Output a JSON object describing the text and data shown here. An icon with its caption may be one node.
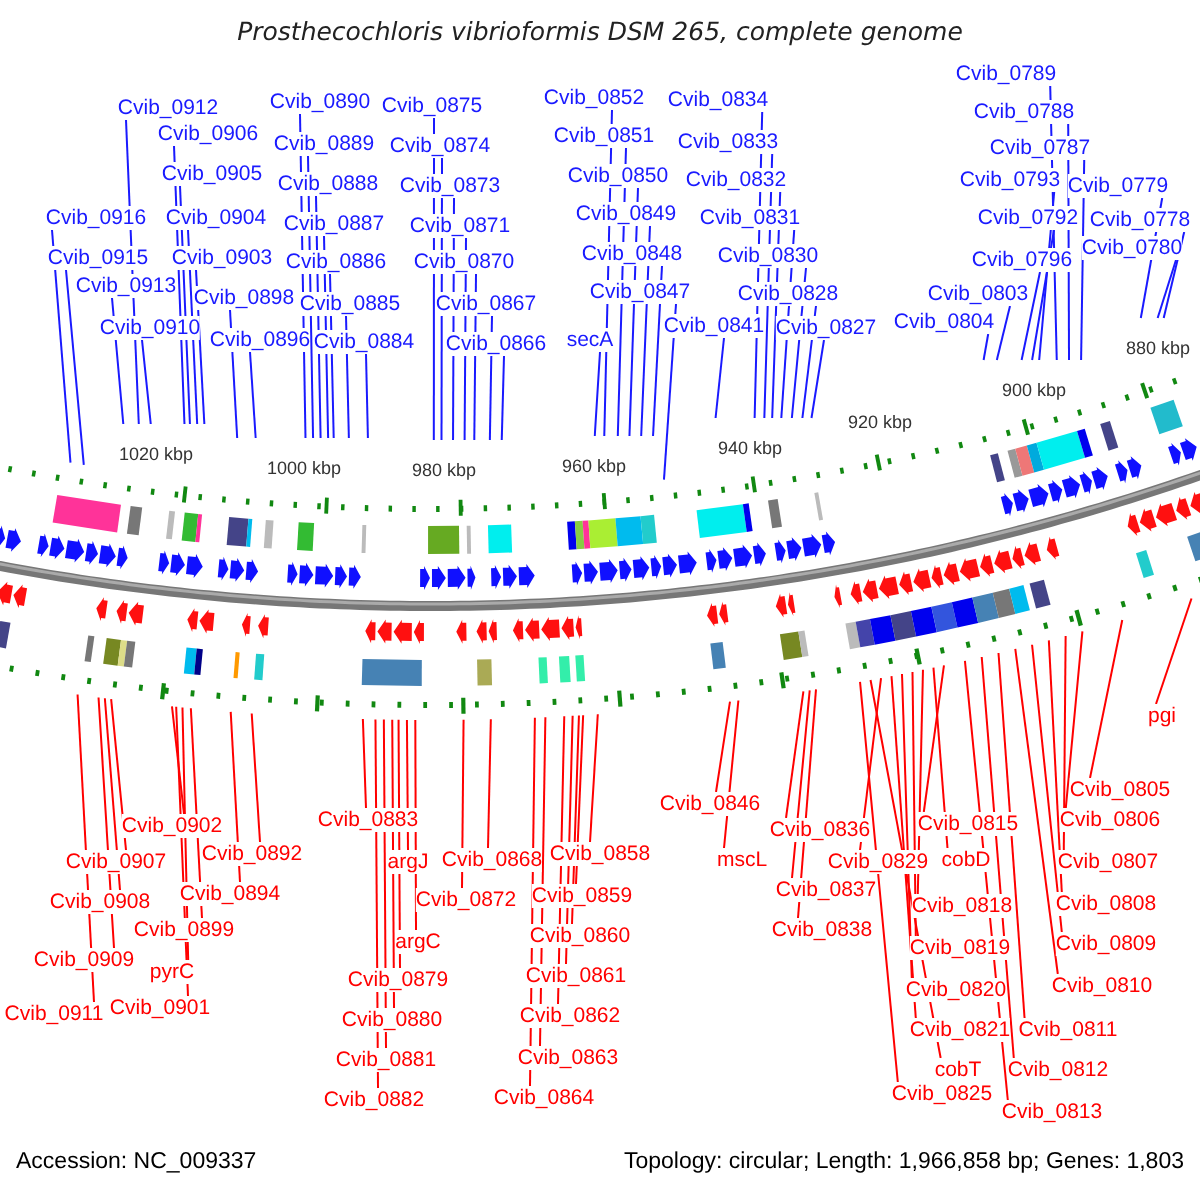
{
  "diagram": {
    "title": "Prosthecochloris vibrioformis DSM 265, complete genome",
    "nodes": [
      {
        "text": [
          "Cvib_0912"
        ]
      },
      {
        "text": [
          "Cvib_0906"
        ]
      },
      {
        "text": [
          "Cvib_0905"
        ]
      },
      {
        "text": [
          "Cvib_0904"
        ]
      },
      {
        "text": [
          "Cvib_0916"
        ]
      },
      {
        "text": [
          "Cvib_0915"
        ]
      },
      {
        "text": [
          "Cvib_0903"
        ]
      },
      {
        "text": [
          "Cvib_0913"
        ]
      },
      {
        "text": [
          "Cvib_0898"
        ]
      },
      {
        "text": [
          "Cvib_0910"
        ]
      },
      {
        "text": [
          "Cvib_0896"
        ]
      },
      {
        "text": [
          "Cvib_0890"
        ]
      },
      {
        "text": [
          "Cvib_0889"
        ]
      },
      {
        "text": [
          "Cvib_0888"
        ]
      },
      {
        "text": [
          "Cvib_0887"
        ]
      },
      {
        "text": [
          "Cvib_0886"
        ]
      },
      {
        "text": [
          "Cvib_0885"
        ]
      },
      {
        "text": [
          "Cvib_0884"
        ]
      },
      {
        "text": [
          "Cvib_0875"
        ]
      },
      {
        "text": [
          "Cvib_0874"
        ]
      },
      {
        "text": [
          "Cvib_0873"
        ]
      },
      {
        "text": [
          "Cvib_0871"
        ]
      },
      {
        "text": [
          "Cvib_0870"
        ]
      },
      {
        "text": [
          "Cvib_0867"
        ]
      },
      {
        "text": [
          "Cvib_0866"
        ]
      },
      {
        "text": [
          "Cvib_0852"
        ]
      },
      {
        "text": [
          "Cvib_0851"
        ]
      },
      {
        "text": [
          "Cvib_0850"
        ]
      },
      {
        "text": [
          "Cvib_0849"
        ]
      },
      {
        "text": [
          "Cvib_0848"
        ]
      },
      {
        "text": [
          "Cvib_0847"
        ]
      },
      {
        "text": [
          "secA"
        ]
      },
      {
        "text": [
          "Cvib_0834"
        ]
      },
      {
        "text": [
          "Cvib_0833"
        ]
      },
      {
        "text": [
          "Cvib_0832"
        ]
      },
      {
        "text": [
          "Cvib_0831"
        ]
      },
      {
        "text": [
          "Cvib_0830"
        ]
      },
      {
        "text": [
          "Cvib_0828"
        ]
      },
      {
        "text": [
          "Cvib_0827"
        ]
      },
      {
        "text": [
          "Cvib_0841"
        ]
      },
      {
        "text": [
          "Cvib_0789"
        ]
      },
      {
        "text": [
          "Cvib_0788"
        ]
      },
      {
        "text": [
          "Cvib_0787"
        ]
      },
      {
        "text": [
          "Cvib_0793"
        ]
      },
      {
        "text": [
          "Cvib_0792"
        ]
      },
      {
        "text": [
          "Cvib_0796"
        ]
      },
      {
        "text": [
          "Cvib_0803"
        ]
      },
      {
        "text": [
          "Cvib_0804"
        ]
      },
      {
        "text": [
          "Cvib_0779"
        ]
      },
      {
        "text": [
          "Cvib_0778"
        ]
      },
      {
        "text": [
          "Cvib_0780"
        ]
      },
      {
        "text": [
          "Cvib_0902"
        ]
      },
      {
        "text": [
          "Cvib_0907"
        ]
      },
      {
        "text": [
          "Cvib_0908"
        ]
      },
      {
        "text": [
          "Cvib_0909"
        ]
      },
      {
        "text": [
          "Cvib_0911"
        ]
      },
      {
        "text": [
          "Cvib_0899"
        ]
      },
      {
        "text": [
          "pyrC"
        ]
      },
      {
        "text": [
          "Cvib_0901"
        ]
      },
      {
        "text": [
          "Cvib_0892"
        ]
      },
      {
        "text": [
          "Cvib_0894"
        ]
      },
      {
        "text": [
          "Cvib_0883"
        ]
      },
      {
        "text": [
          "argJ"
        ]
      },
      {
        "text": [
          "Cvib_0868"
        ]
      },
      {
        "text": [
          "Cvib_0872"
        ]
      },
      {
        "text": [
          "argC"
        ]
      },
      {
        "text": [
          "Cvib_0879"
        ]
      },
      {
        "text": [
          "Cvib_0880"
        ]
      },
      {
        "text": [
          "Cvib_0881"
        ]
      },
      {
        "text": [
          "Cvib_0882"
        ]
      },
      {
        "text": [
          "Cvib_0858"
        ]
      },
      {
        "text": [
          "Cvib_0859"
        ]
      },
      {
        "text": [
          "Cvib_0860"
        ]
      },
      {
        "text": [
          "Cvib_0861"
        ]
      },
      {
        "text": [
          "Cvib_0862"
        ]
      },
      {
        "text": [
          "Cvib_0863"
        ]
      },
      {
        "text": [
          "Cvib_0864"
        ]
      },
      {
        "text": [
          "Cvib_0846"
        ]
      },
      {
        "text": [
          "mscL"
        ]
      },
      {
        "text": [
          "Cvib_0836"
        ]
      },
      {
        "text": [
          "Cvib_0837"
        ]
      },
      {
        "text": [
          "Cvib_0838"
        ]
      },
      {
        "text": [
          "Cvib_0829"
        ]
      },
      {
        "text": [
          "Cvib_0815"
        ]
      },
      {
        "text": [
          "cobD"
        ]
      },
      {
        "text": [
          "Cvib_0818"
        ]
      },
      {
        "text": [
          "Cvib_0819"
        ]
      },
      {
        "text": [
          "Cvib_0820"
        ]
      },
      {
        "text": [
          "Cvib_0821"
        ]
      },
      {
        "text": [
          "cobT"
        ]
      },
      {
        "text": [
          "Cvib_0825"
        ]
      },
      {
        "text": [
          "Cvib_0805"
        ]
      },
      {
        "text": [
          "Cvib_0806"
        ]
      },
      {
        "text": [
          "Cvib_0807"
        ]
      },
      {
        "text": [
          "Cvib_0808"
        ]
      },
      {
        "text": [
          "Cvib_0809"
        ]
      },
      {
        "text": [
          "Cvib_0810"
        ]
      },
      {
        "text": [
          "Cvib_0811"
        ]
      },
      {
        "text": [
          "Cvib_0812"
        ]
      },
      {
        "text": [
          "Cvib_0813"
        ]
      },
      {
        "text": [
          "pgi"
        ]
      }
    ],
    "edges": [
      {
        "from": 0,
        "to": null,
        "arrow": "none"
      },
      {
        "from": 1,
        "to": null,
        "arrow": "none"
      },
      {
        "from": 2,
        "to": null,
        "arrow": "none"
      },
      {
        "from": 3,
        "to": null,
        "arrow": "none"
      },
      {
        "from": 4,
        "to": null,
        "arrow": "none"
      },
      {
        "from": 5,
        "to": null,
        "arrow": "none"
      },
      {
        "from": 6,
        "to": null,
        "arrow": "none"
      },
      {
        "from": 7,
        "to": null,
        "arrow": "none"
      },
      {
        "from": 8,
        "to": null,
        "arrow": "none"
      },
      {
        "from": 9,
        "to": null,
        "arrow": "none"
      },
      {
        "from": 10,
        "to": null,
        "arrow": "none"
      },
      {
        "from": 11,
        "to": null,
        "arrow": "none"
      },
      {
        "from": 12,
        "to": null,
        "arrow": "none"
      },
      {
        "from": 13,
        "to": null,
        "arrow": "none"
      },
      {
        "from": 14,
        "to": null,
        "arrow": "none"
      },
      {
        "from": 15,
        "to": null,
        "arrow": "none"
      },
      {
        "from": 16,
        "to": null,
        "arrow": "none"
      },
      {
        "from": 17,
        "to": null,
        "arrow": "none"
      },
      {
        "from": 18,
        "to": null,
        "arrow": "none"
      },
      {
        "from": 19,
        "to": null,
        "arrow": "none"
      },
      {
        "from": 20,
        "to": null,
        "arrow": "none"
      },
      {
        "from": 21,
        "to": null,
        "arrow": "none"
      },
      {
        "from": 22,
        "to": null,
        "arrow": "none"
      },
      {
        "from": 23,
        "to": null,
        "arrow": "none"
      },
      {
        "from": 24,
        "to": null,
        "arrow": "none"
      },
      {
        "from": 25,
        "to": null,
        "arrow": "none"
      },
      {
        "from": 26,
        "to": null,
        "arrow": "none"
      },
      {
        "from": 27,
        "to": null,
        "arrow": "none"
      },
      {
        "from": 28,
        "to": null,
        "arrow": "none"
      },
      {
        "from": 29,
        "to": null,
        "arrow": "none"
      },
      {
        "from": 30,
        "to": null,
        "arrow": "none"
      },
      {
        "from": 31,
        "to": null,
        "arrow": "none"
      },
      {
        "from": 32,
        "to": null,
        "arrow": "none"
      },
      {
        "from": 33,
        "to": null,
        "arrow": "none"
      },
      {
        "from": 34,
        "to": null,
        "arrow": "none"
      },
      {
        "from": 35,
        "to": null,
        "arrow": "none"
      },
      {
        "from": 36,
        "to": null,
        "arrow": "none"
      },
      {
        "from": 37,
        "to": null,
        "arrow": "none"
      },
      {
        "from": 38,
        "to": null,
        "arrow": "none"
      },
      {
        "from": 39,
        "to": null,
        "arrow": "none"
      },
      {
        "from": 40,
        "to": null,
        "arrow": "none"
      },
      {
        "from": 41,
        "to": null,
        "arrow": "none"
      },
      {
        "from": 42,
        "to": null,
        "arrow": "none"
      },
      {
        "from": 43,
        "to": null,
        "arrow": "none"
      },
      {
        "from": 44,
        "to": null,
        "arrow": "none"
      },
      {
        "from": 45,
        "to": null,
        "arrow": "none"
      },
      {
        "from": 46,
        "to": null,
        "arrow": "none"
      },
      {
        "from": 47,
        "to": null,
        "arrow": "none"
      },
      {
        "from": 48,
        "to": null,
        "arrow": "none"
      },
      {
        "from": 49,
        "to": null,
        "arrow": "none"
      },
      {
        "from": 50,
        "to": null,
        "arrow": "none"
      },
      {
        "from": 51,
        "to": null,
        "arrow": "none",
        "color": "#ff0000"
      },
      {
        "from": 52,
        "to": null,
        "arrow": "none",
        "color": "#ff0000"
      },
      {
        "from": 53,
        "to": null,
        "arrow": "none",
        "color": "#ff0000"
      },
      {
        "from": 54,
        "to": null,
        "arrow": "none",
        "color": "#ff0000"
      },
      {
        "from": 55,
        "to": null,
        "arrow": "none",
        "color": "#ff0000"
      },
      {
        "from": 56,
        "to": null,
        "arrow": "none",
        "color": "#ff0000"
      },
      {
        "from": 57,
        "to": null,
        "arrow": "none",
        "color": "#ff0000"
      },
      {
        "from": 58,
        "to": null,
        "arrow": "none",
        "color": "#ff0000"
      },
      {
        "from": 59,
        "to": null,
        "arrow": "none",
        "color": "#ff0000"
      },
      {
        "from": 60,
        "to": null,
        "arrow": "none",
        "color": "#ff0000"
      },
      {
        "from": 61,
        "to": null,
        "arrow": "none",
        "color": "#ff0000"
      },
      {
        "from": 62,
        "to": null,
        "arrow": "none",
        "color": "#ff0000"
      },
      {
        "from": 63,
        "to": null,
        "arrow": "none",
        "color": "#ff0000"
      },
      {
        "from": 64,
        "to": null,
        "arrow": "none",
        "color": "#ff0000"
      },
      {
        "from": 65,
        "to": null,
        "arrow": "none",
        "color": "#ff0000"
      },
      {
        "from": 66,
        "to": null,
        "arrow": "none",
        "color": "#ff0000"
      },
      {
        "from": 67,
        "to": null,
        "arrow": "none",
        "color": "#ff0000"
      },
      {
        "from": 68,
        "to": null,
        "arrow": "none",
        "color": "#ff0000"
      },
      {
        "from": 69,
        "to": null,
        "arrow": "none",
        "color": "#ff0000"
      },
      {
        "from": 70,
        "to": null,
        "arrow": "none",
        "color": "#ff0000"
      },
      {
        "from": 71,
        "to": null,
        "arrow": "none",
        "color": "#ff0000"
      },
      {
        "from": 72,
        "to": null,
        "arrow": "none",
        "color": "#ff0000"
      },
      {
        "from": 73,
        "to": null,
        "arrow": "none",
        "color": "#ff0000"
      },
      {
        "from": 74,
        "to": null,
        "arrow": "none",
        "color": "#ff0000"
      },
      {
        "from": 75,
        "to": null,
        "arrow": "none",
        "color": "#ff0000"
      },
      {
        "from": 76,
        "to": null,
        "arrow": "none",
        "color": "#ff0000"
      },
      {
        "from": 77,
        "to": null,
        "arrow": "none",
        "color": "#ff0000"
      },
      {
        "from": 78,
        "to": null,
        "arrow": "none",
        "color": "#ff0000"
      },
      {
        "from": 79,
        "to": null,
        "arrow": "none",
        "color": "#ff0000"
      },
      {
        "from": 80,
        "to": null,
        "arrow": "none",
        "color": "#ff0000"
      },
      {
        "from": 81,
        "to": null,
        "arrow": "none",
        "color": "#ff0000"
      },
      {
        "from": 82,
        "to": null,
        "arrow": "none",
        "color": "#ff0000"
      },
      {
        "from": 83,
        "to": null,
        "arrow": "none",
        "color": "#ff0000"
      },
      {
        "from": 84,
        "to": null,
        "arrow": "none",
        "color": "#ff0000"
      },
      {
        "from": 85,
        "to": null,
        "arrow": "none",
        "color": "#ff0000"
      },
      {
        "from": 86,
        "to": null,
        "arrow": "none",
        "color": "#ff0000"
      },
      {
        "from": 87,
        "to": null,
        "arrow": "none",
        "color": "#ff0000"
      },
      {
        "from": 88,
        "to": null,
        "arrow": "none",
        "color": "#ff0000"
      },
      {
        "from": 89,
        "to": null,
        "arrow": "none",
        "color": "#ff0000"
      },
      {
        "from": 90,
        "to": null,
        "arrow": "none",
        "color": "#ff0000"
      },
      {
        "from": 91,
        "to": null,
        "arrow": "none",
        "color": "#ff0000"
      },
      {
        "from": 92,
        "to": null,
        "arrow": "none",
        "color": "#ff0000"
      },
      {
        "from": 93,
        "to": null,
        "arrow": "none",
        "color": "#ff0000"
      },
      {
        "from": 94,
        "to": null,
        "arrow": "none",
        "color": "#ff0000"
      },
      {
        "from": 95,
        "to": null,
        "arrow": "none",
        "color": "#ff0000"
      },
      {
        "from": 96,
        "to": null,
        "arrow": "none",
        "color": "#ff0000"
      },
      {
        "from": 97,
        "to": null,
        "arrow": "none",
        "color": "#ff0000"
      },
      {
        "from": 98,
        "to": null,
        "arrow": "none",
        "color": "#ff0000"
      },
      {
        "from": 99,
        "to": null,
        "arrow": "none",
        "color": "#ff0000"
      },
      {
        "from": 100,
        "to": null,
        "arrow": "none",
        "color": "#ff0000"
      }
    ],
    "labels": [
      "1020 kbp",
      "1000 kbp",
      "980 kbp",
      "960 kbp",
      "940 kbp",
      "920 kbp",
      "900 kbp",
      "880 kbp",
      "Accession: NC_009337",
      "Topology: circular; Length: 1,966,858 bp; Genes: 1,803"
    ]
  }
}
